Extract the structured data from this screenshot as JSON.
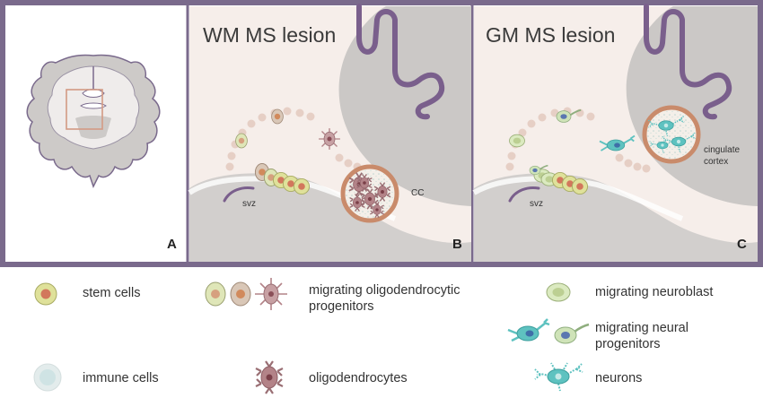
{
  "panels": {
    "a": {
      "letter": "A"
    },
    "b": {
      "title": "WM MS lesion",
      "letter": "B",
      "svz": "svz",
      "cc": "CC"
    },
    "c": {
      "title": "GM MS lesion",
      "letter": "C",
      "svz": "svz",
      "cortex_line1": "cingulate",
      "cortex_line2": "cortex"
    }
  },
  "legend": {
    "stem_cells": "stem cells",
    "immune_cells": "immune cells",
    "mop_line1": "migrating oligodendrocytic",
    "mop_line2": "progenitors",
    "oligodendrocytes": "oligodendrocytes",
    "neuroblast": "migrating neuroblast",
    "mnp_line1": "migrating neural",
    "mnp_line2": "progenitors",
    "neurons": "neurons"
  },
  "colors": {
    "frame": "#7a6a8c",
    "gyrus": "#7a5f8c",
    "gray_matter": "#c9c6c4",
    "lesion_ring": "#c98b6b",
    "stem_outer": "#dfe19a",
    "stem_inner": "#d2775c",
    "neuroblast": "#cfe3ae",
    "neural_progenitor": "#5ec2c0",
    "oligodendrocyte": "#b38388"
  }
}
